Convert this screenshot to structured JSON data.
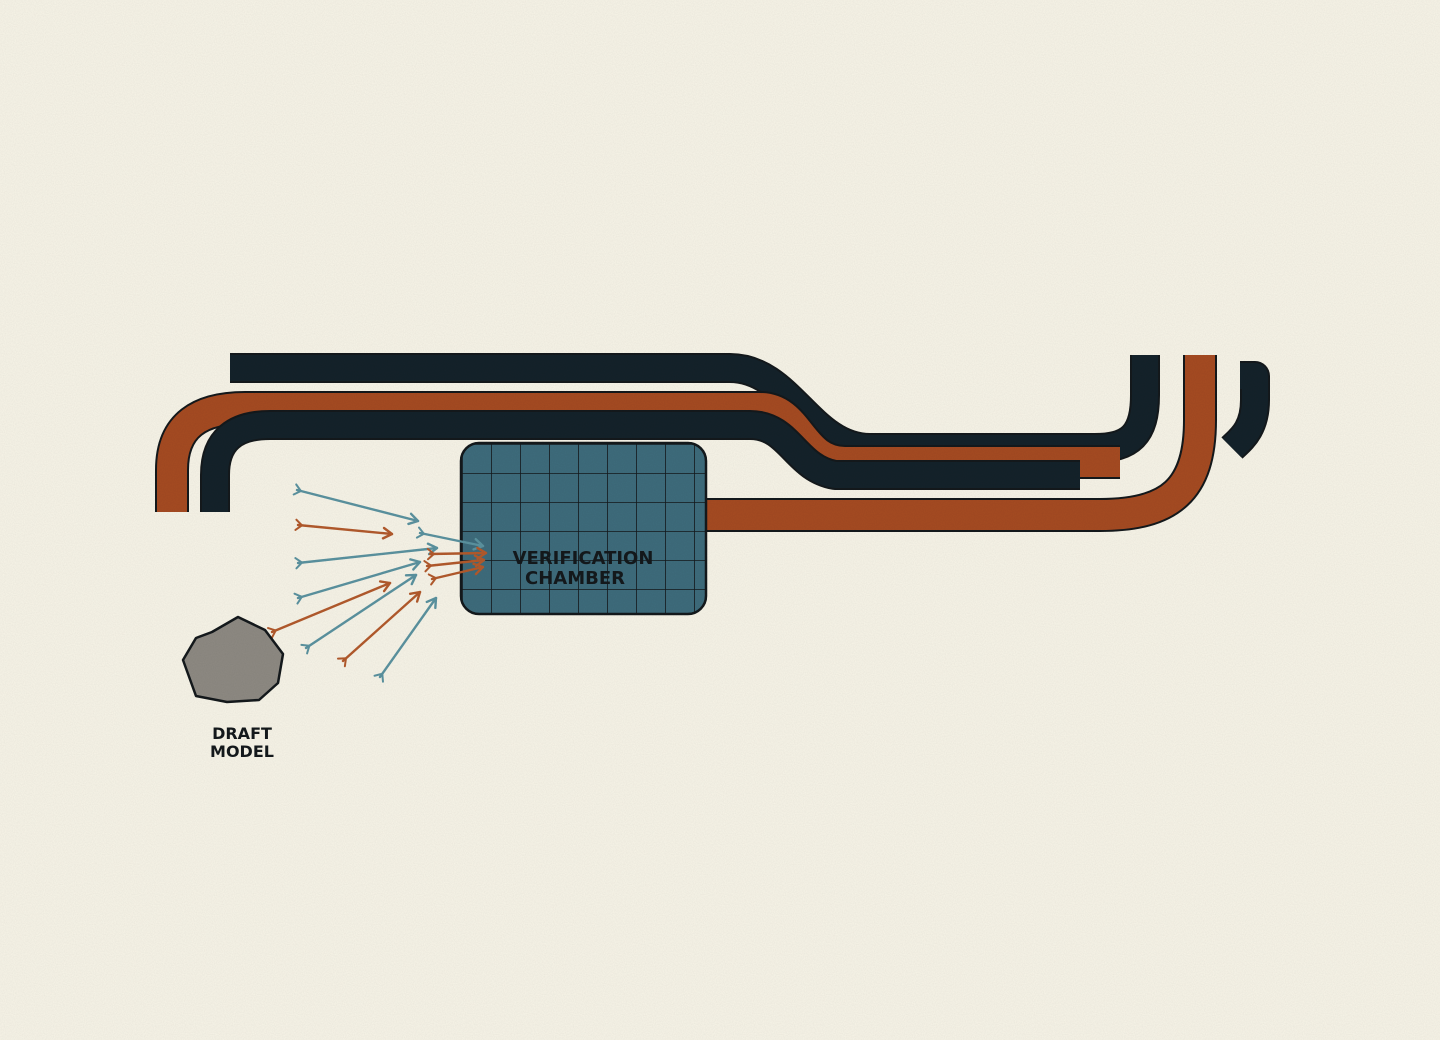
{
  "labels": {
    "verification_chamber": [
      "VERIFICATION",
      "CHAMBER"
    ],
    "draft_model": [
      "DRAFT",
      "MODEL"
    ]
  },
  "colors": {
    "background": "#f8f5e8",
    "navy": "#14222a",
    "rust": "#a64b22",
    "teal": "#3e6c7c",
    "teal_arrow": "#5b93a0",
    "rust_arrow": "#b35a2c",
    "stone": "#8e8a83",
    "outline": "#14191c"
  },
  "icons": {
    "draft_model": "stone-polygon-icon",
    "chamber_grid": "grid-icon",
    "arrow": "arrow-icon"
  }
}
